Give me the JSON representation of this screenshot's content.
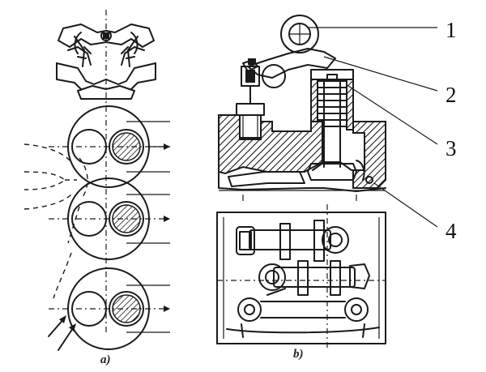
{
  "callouts": [
    "1",
    "2",
    "3",
    "4"
  ],
  "captions": {
    "left": "a)",
    "right": "b)"
  }
}
